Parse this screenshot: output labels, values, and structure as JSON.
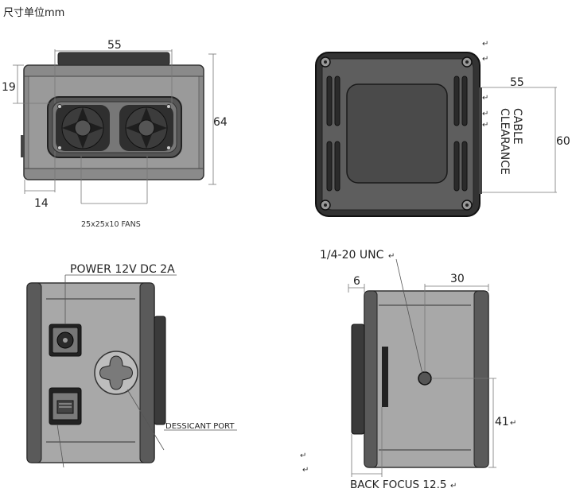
{
  "header": {
    "unit_note": "尺寸单位mm"
  },
  "front_view": {
    "width_label": "55",
    "height_label": "64",
    "top_offset_label": "19",
    "left_offset_label": "14",
    "fans_caption": "25x25x10 FANS"
  },
  "rear_view": {
    "cable_label": "CABLE\nCLEARANCE",
    "depth_label": "55",
    "height_label": "60"
  },
  "side_view": {
    "power_label": "POWER 12V DC 2A",
    "dessicant_label": "DESSICANT PORT"
  },
  "lens_view": {
    "mount_label": "1/4-20 UNC",
    "offset_label": "6",
    "mount_x_label": "30",
    "mount_y_label": "41",
    "back_focus_label": "BACK FOCUS 12.5"
  },
  "colors": {
    "body_fill": "#6e6e6e",
    "body_light": "#b9b9b9",
    "dark": "#2b2b2b",
    "line": "#555555"
  }
}
